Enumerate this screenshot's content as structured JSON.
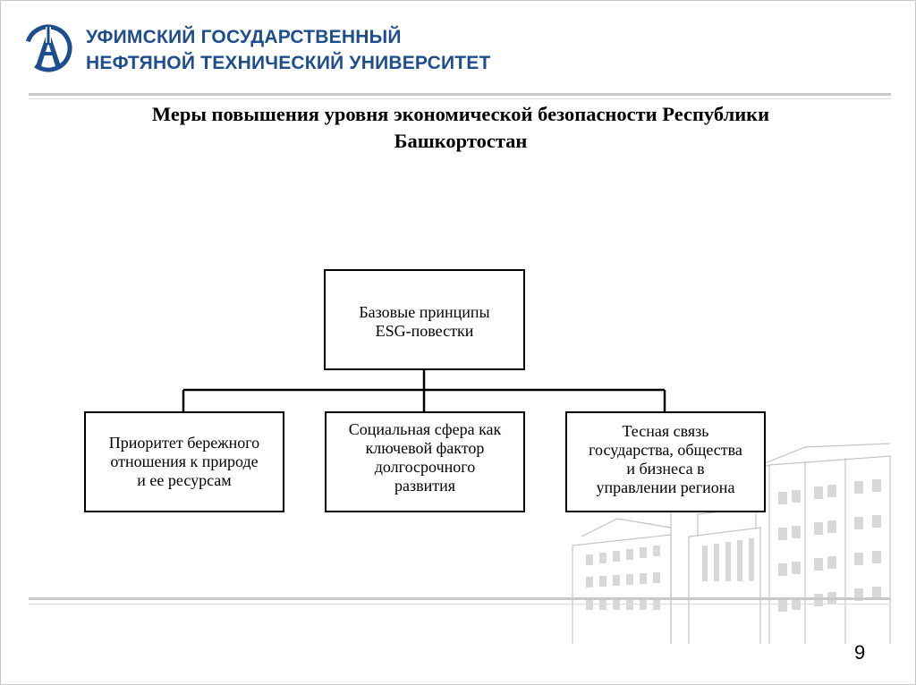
{
  "header": {
    "university_line1": "УФИМСКИЙ ГОСУДАРСТВЕННЫЙ",
    "university_line2": "НЕФТЯНОЙ ТЕХНИЧЕСКИЙ УНИВЕРСИТЕТ",
    "brand_color": "#1f4e8f"
  },
  "slide": {
    "title_line1": "Меры повышения уровня экономической безопасности Республики",
    "title_line2": "Башкортостан",
    "page_number": "9"
  },
  "diagram": {
    "root": {
      "line1": "Базовые принципы",
      "line2": "ESG-повестки"
    },
    "children": [
      {
        "line1": "Приоритет бережного",
        "line2": "отношения к природе",
        "line3": "и ее ресурсам"
      },
      {
        "line1": "Социальная сфера как",
        "line2": "ключевой фактор",
        "line3": "долгосрочного",
        "line4": "развития"
      },
      {
        "line1": "Тесная связь",
        "line2": "государства, общества",
        "line3": "и бизнеса в",
        "line4": "управлении региона"
      }
    ]
  }
}
